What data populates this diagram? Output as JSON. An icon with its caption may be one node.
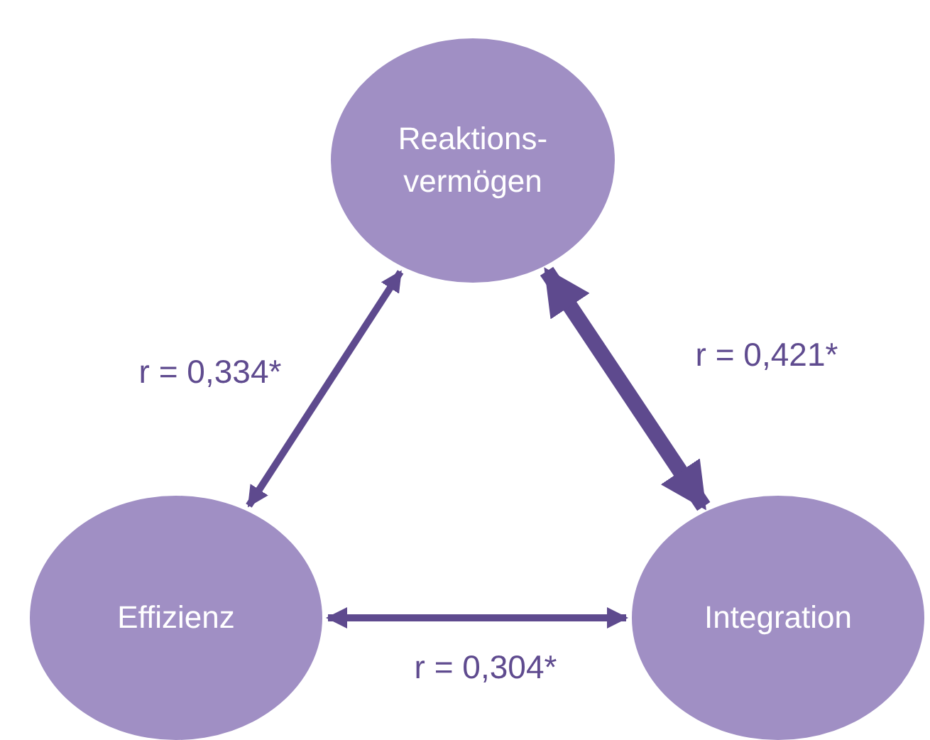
{
  "diagram": {
    "nodes": [
      {
        "text": [
          "Reaktions- vermögen"
        ]
      },
      {
        "text": [
          "Effizienz"
        ]
      },
      {
        "text": [
          "Integration"
        ]
      }
    ],
    "edges": [
      {
        "from": 0,
        "to": 1,
        "arrow": "both",
        "label": "r = 0,334*"
      },
      {
        "from": 0,
        "to": 2,
        "arrow": "both",
        "label": "r = 0,421*",
        "style": "thick"
      },
      {
        "from": 1,
        "to": 2,
        "arrow": "both",
        "label": "r = 0,304*"
      }
    ]
  }
}
